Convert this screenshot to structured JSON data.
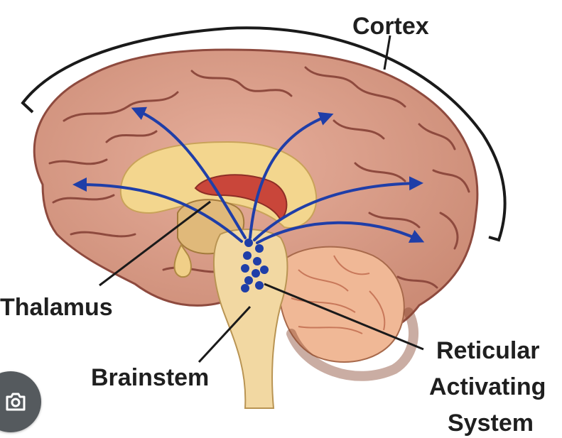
{
  "diagram": {
    "labels": {
      "cortex": "Cortex",
      "thalamus": "Thalamus",
      "brainstem": "Brainstem",
      "ras_line1": "Reticular",
      "ras_line2": "Activating",
      "ras_line3": "System"
    },
    "colors": {
      "cortex_fill": "#d99a86",
      "cortex_stroke": "#8e4a3e",
      "white_matter": "#f3d68e",
      "brainstem": "#f2d8a2",
      "cerebellum": "#e8a481",
      "corpus_band": "#c9463a",
      "arrow": "#1f3ea8",
      "nuclei": "#1f3ea8",
      "label_text": "#1f1f1f"
    }
  },
  "overlay": {
    "lens_button_icon": "camera-search-icon"
  }
}
